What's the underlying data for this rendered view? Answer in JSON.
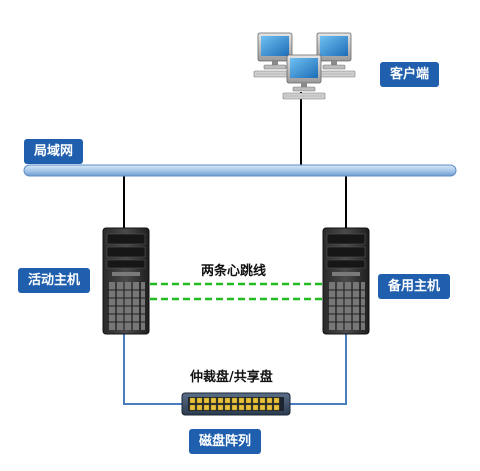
{
  "labels": {
    "client": "客户端",
    "lan": "局域网",
    "active_host": "活动主机",
    "standby_host": "备用主机",
    "heartbeat": "两条心跳线",
    "arbitration": "仲裁盘/共享盘",
    "disk_array": "磁盘阵列"
  },
  "icons": {
    "client": "computer-cluster-icon",
    "server": "tower-server-icon",
    "array": "disk-array-icon"
  },
  "colors": {
    "label_bg": "#1f5fae",
    "lan_bar": "#a8c8ea",
    "heartbeat": "#22bb22",
    "storage_link": "#4a7fbf"
  }
}
